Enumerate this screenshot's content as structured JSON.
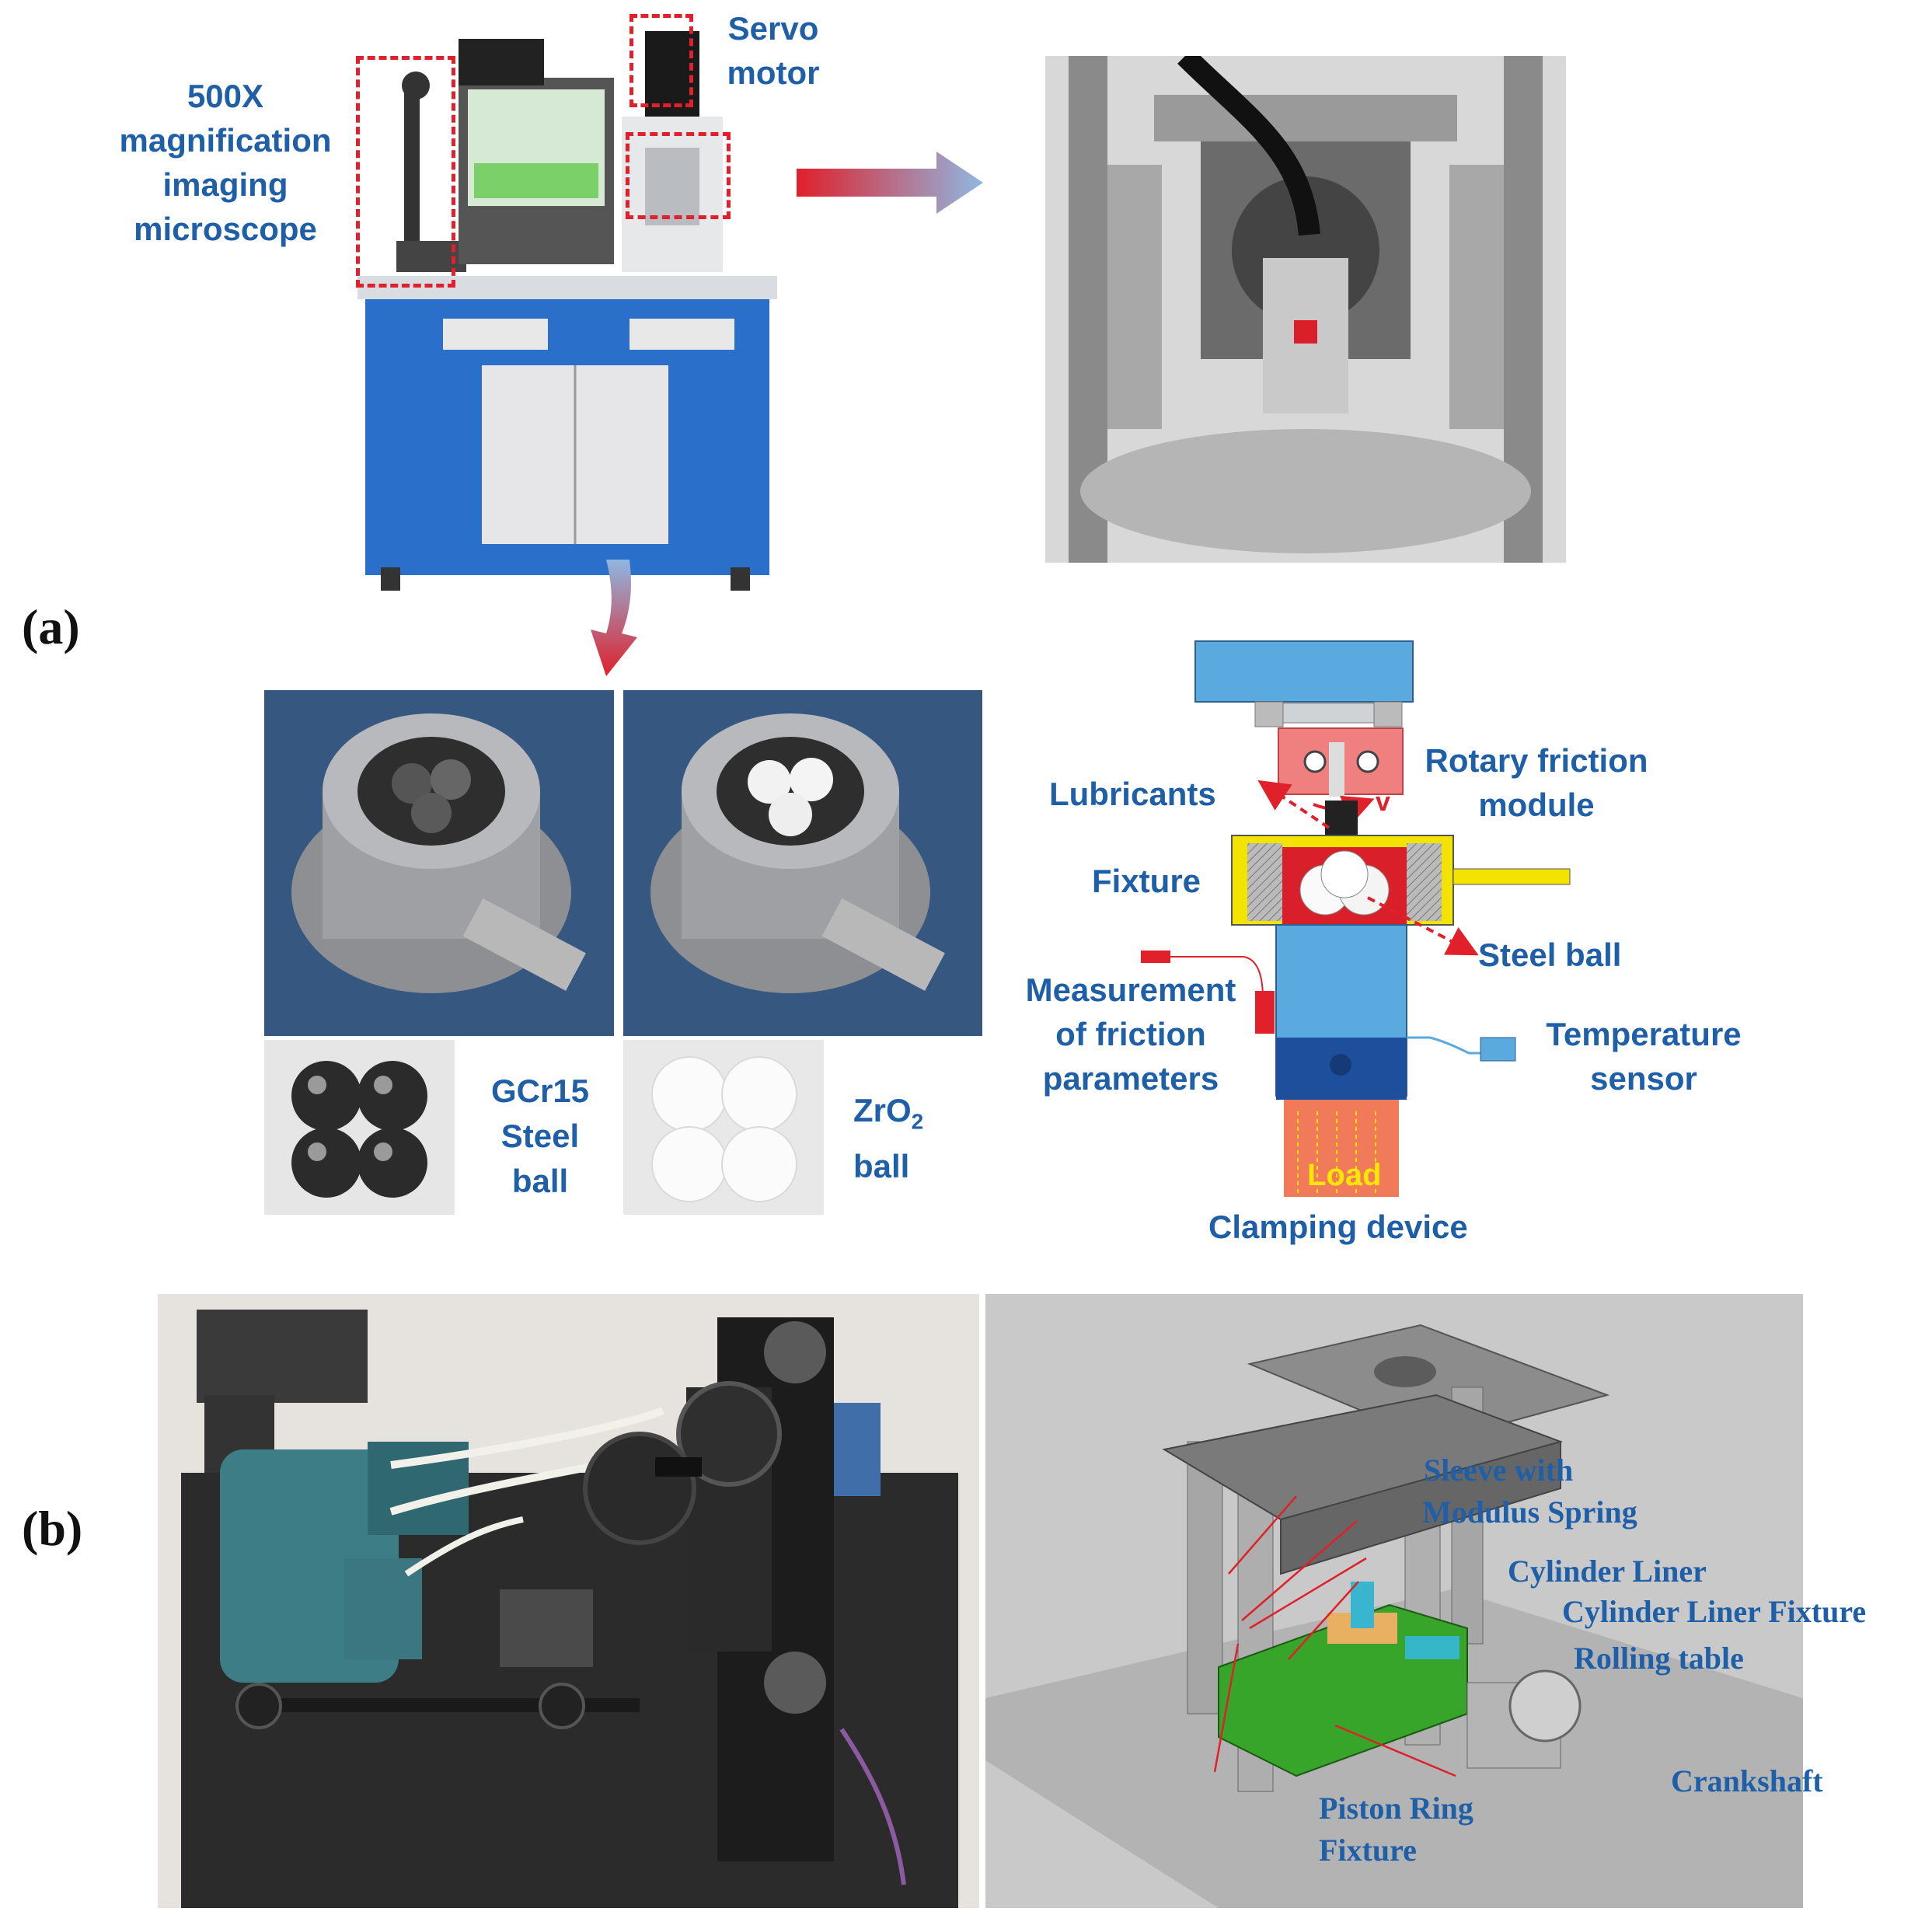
{
  "panels": {
    "a": "(a)",
    "b": "(b)"
  },
  "labels": {
    "microscope": [
      "500X",
      "magnification",
      "imaging",
      "microscope"
    ],
    "servo": [
      "Servo",
      "motor"
    ],
    "gcr15": [
      "GCr15",
      "Steel",
      "ball"
    ],
    "zro2_main": "ZrO",
    "zro2_sub": "2",
    "zro2_ball": "ball",
    "rotary": [
      "Rotary friction",
      "module"
    ],
    "lubricants": "Lubricants",
    "velocity": "v",
    "fixture": "Fixture",
    "steel_ball": "Steel ball",
    "measurement": [
      "Measurement",
      "of friction",
      "parameters"
    ],
    "temperature": [
      "Temperature",
      "sensor"
    ],
    "load": "Load",
    "clamping": "Clamping device",
    "sleeve": [
      "Sleeve with",
      "Modulus Spring"
    ],
    "cylinder_liner": "Cylinder Liner",
    "cylinder_liner_fixture": "Cylinder Liner Fixture",
    "rolling_table": "Rolling table",
    "crankshaft": "Crankshaft",
    "piston_ring": [
      "Piston Ring",
      "Fixture"
    ]
  },
  "colors": {
    "label_blue": "#1f5fa8",
    "dash_red": "#e0202a",
    "diagram_blue": "#5aa9df",
    "fixture_yellow": "#f3e300",
    "module_pink": "#f08080"
  }
}
